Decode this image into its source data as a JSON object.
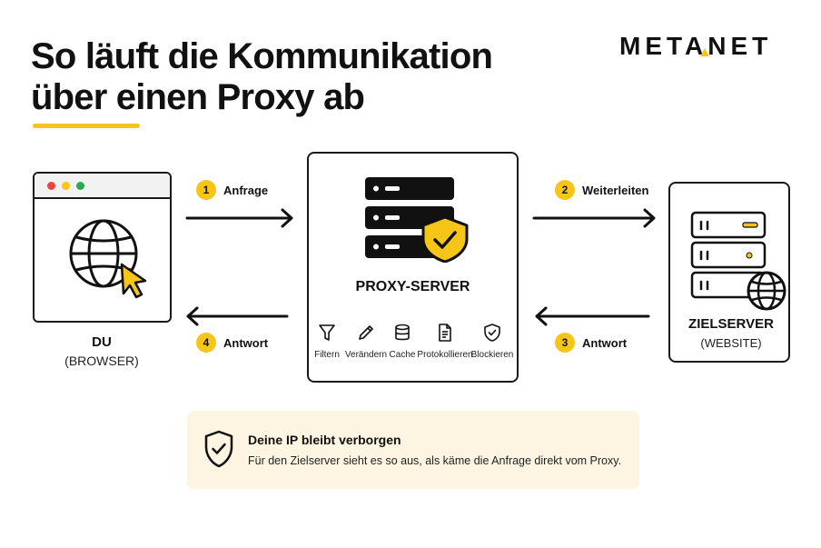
{
  "title": {
    "line1": "So läuft die Kommunikation",
    "line2": "über einen Proxy ab"
  },
  "logo": {
    "text": "METANET"
  },
  "browser": {
    "name": "DU",
    "subtitle": "(BROWSER)"
  },
  "proxy": {
    "name": "PROXY-SERVER",
    "functions": [
      {
        "label": "Filtern",
        "icon": "filter-icon"
      },
      {
        "label": "Verändern",
        "icon": "pencil-icon"
      },
      {
        "label": "Cache",
        "icon": "database-icon"
      },
      {
        "label": "Protokollieren",
        "icon": "document-icon"
      },
      {
        "label": "Blockieren",
        "icon": "shield-check-icon"
      }
    ]
  },
  "target": {
    "name": "ZIELSERVER",
    "subtitle": "(WEBSITE)"
  },
  "steps": [
    {
      "number": "1",
      "label": "Anfrage"
    },
    {
      "number": "2",
      "label": "Weiterleiten"
    },
    {
      "number": "3",
      "label": "Antwort"
    },
    {
      "number": "4",
      "label": "Antwort"
    }
  ],
  "info": {
    "title": "Deine IP bleibt verborgen",
    "text": "Für den Zielserver sieht es so aus, als käme die Anfrage direkt vom Proxy."
  },
  "colors": {
    "accent": "#f5c518",
    "dark": "#111111",
    "info_bg": "#fdf5e1",
    "dot_red": "#e5483e",
    "dot_yellow": "#f5c518",
    "dot_green": "#2fa84f"
  }
}
